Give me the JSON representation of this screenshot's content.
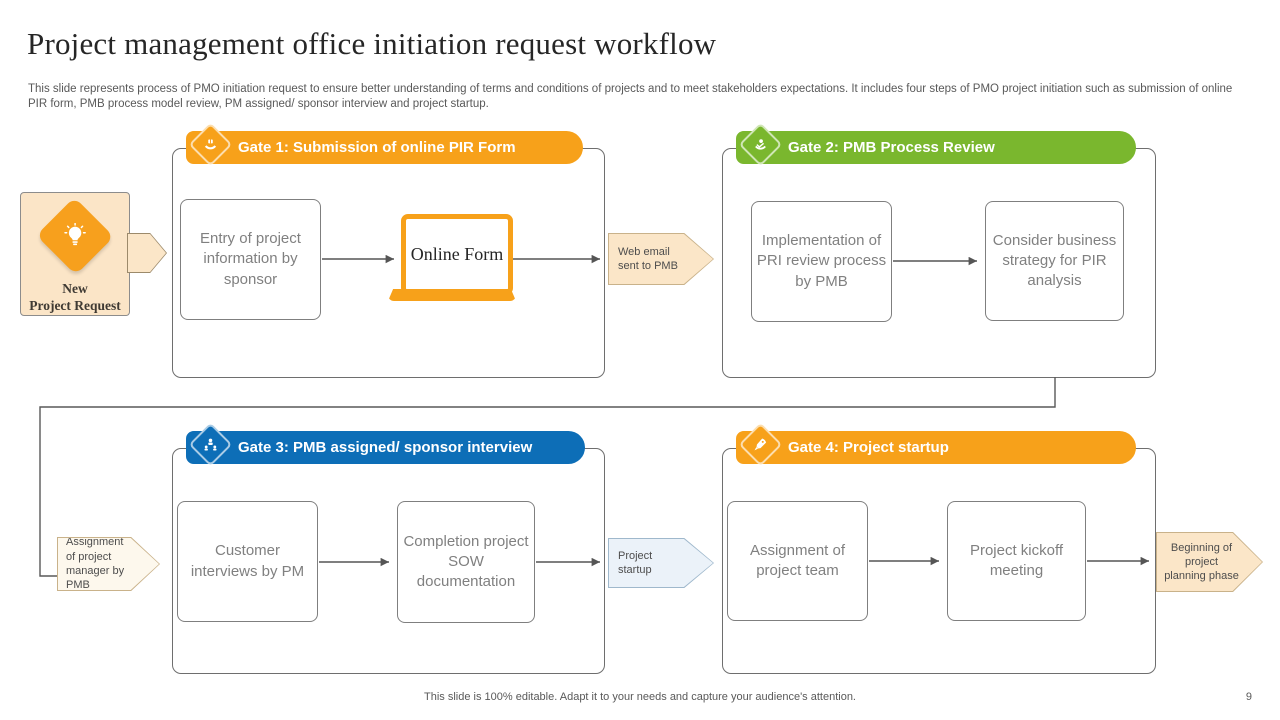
{
  "slide": {
    "title": "Project management office initiation request workflow",
    "description": "This slide represents process of PMO initiation request to ensure better understanding of terms and conditions of projects and to meet stakeholders expectations. It includes four steps of PMO project initiation such as submission of online PIR form, PMB process model review, PM assigned/ sponsor interview and project startup.",
    "footer": "This slide is 100% editable. Adapt it to your needs and capture your audience's attention.",
    "page_number": "9"
  },
  "colors": {
    "gate1_orange": "#F7A11A",
    "gate2_green": "#7AB72E",
    "gate3_blue": "#0D6EB7",
    "gate4_orange": "#F7A11A",
    "peach_fill": "#FBE6C8",
    "cream_fill": "#FDF8ED",
    "light_blue_fill": "#EBF2F9",
    "box_border_gray": "#7F7F7F",
    "box_text_gray": "#808080"
  },
  "start": {
    "label_line1": "New",
    "label_line2": "Project Request",
    "icon": "lightbulb-icon"
  },
  "gates": [
    {
      "title": "Gate 1: Submission of online PIR Form",
      "icon": "hand-gift-icon",
      "step1": "Entry of project information by sponsor",
      "step2": "Online Form"
    },
    {
      "title": "Gate 2: PMB Process Review",
      "icon": "hand-check-icon",
      "step1": "Implementation of PRI review process by PMB",
      "step2": "Consider business strategy for PIR analysis"
    },
    {
      "title": "Gate 3: PMB assigned/ sponsor interview",
      "icon": "org-people-icon",
      "step1": "Customer interviews by PM",
      "step2": "Completion project SOW documentation"
    },
    {
      "title": "Gate 4: Project startup",
      "icon": "rocket-icon",
      "step1": "Assignment of project team",
      "step2": "Project kickoff meeting"
    }
  ],
  "connectors": {
    "web_email": "Web email sent to PMB",
    "assignment_pm": "Assignment of project manager by PMB",
    "project_startup": "Project startup",
    "beginning": "Beginning of project planning phase"
  }
}
